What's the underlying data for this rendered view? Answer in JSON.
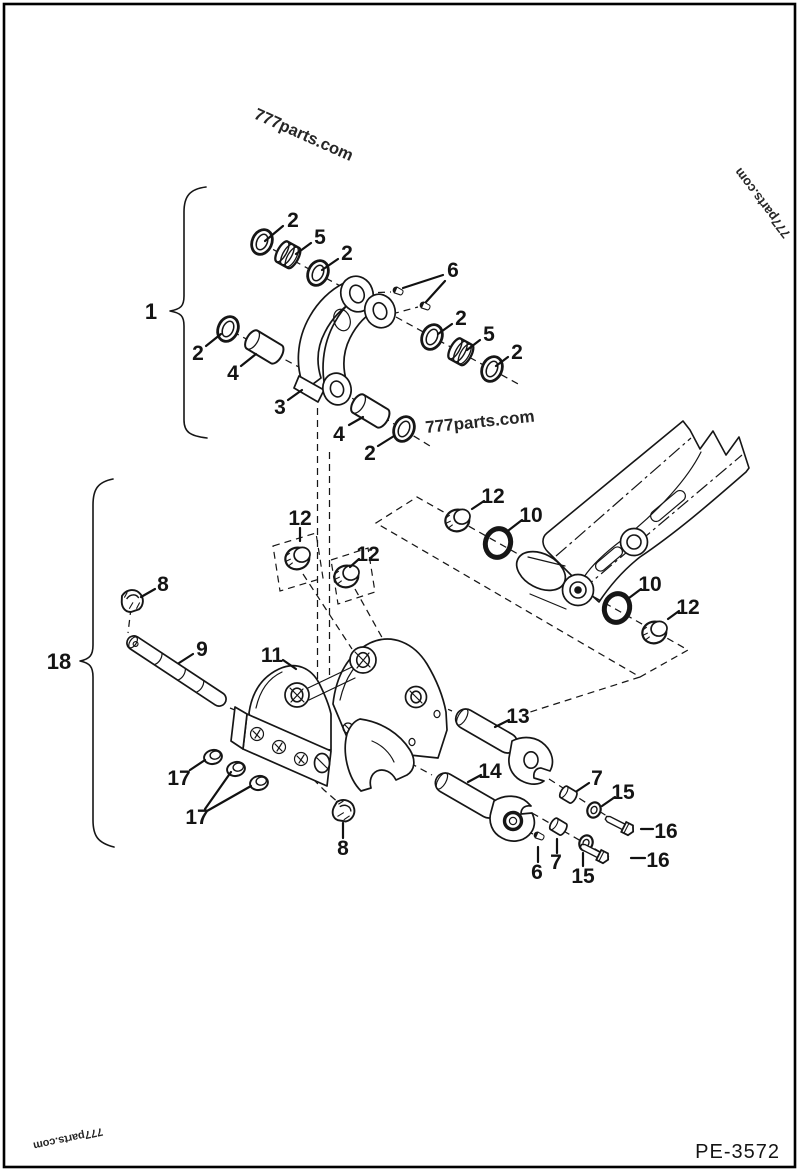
{
  "figure": {
    "drawing_number": "PE-3572"
  },
  "watermarks": [
    {
      "text": "777parts.com"
    },
    {
      "text": "777parts.com"
    },
    {
      "text": "777parts.com"
    },
    {
      "text": "777parts.com"
    }
  ],
  "callouts": {
    "c1": "1",
    "c2a": "2",
    "c5a": "5",
    "c2b": "2",
    "c6a": "6",
    "c2c": "2",
    "c4a": "4",
    "c3": "3",
    "c4b": "4",
    "c2d": "2",
    "c2e": "2",
    "c5b": "5",
    "c2f": "2",
    "c8a": "8",
    "c18": "18",
    "c9": "9",
    "c12a": "12",
    "c12b": "12",
    "c12c": "12",
    "c10a": "10",
    "c10b": "10",
    "c12d": "12",
    "c11": "11",
    "c13": "13",
    "c14": "14",
    "c17a": "17",
    "c17b": "17",
    "c8b": "8",
    "c7a": "7",
    "c15a": "15",
    "c16a": "16",
    "c6b": "6",
    "c7b": "7",
    "c15b": "15",
    "c16b": "16"
  }
}
